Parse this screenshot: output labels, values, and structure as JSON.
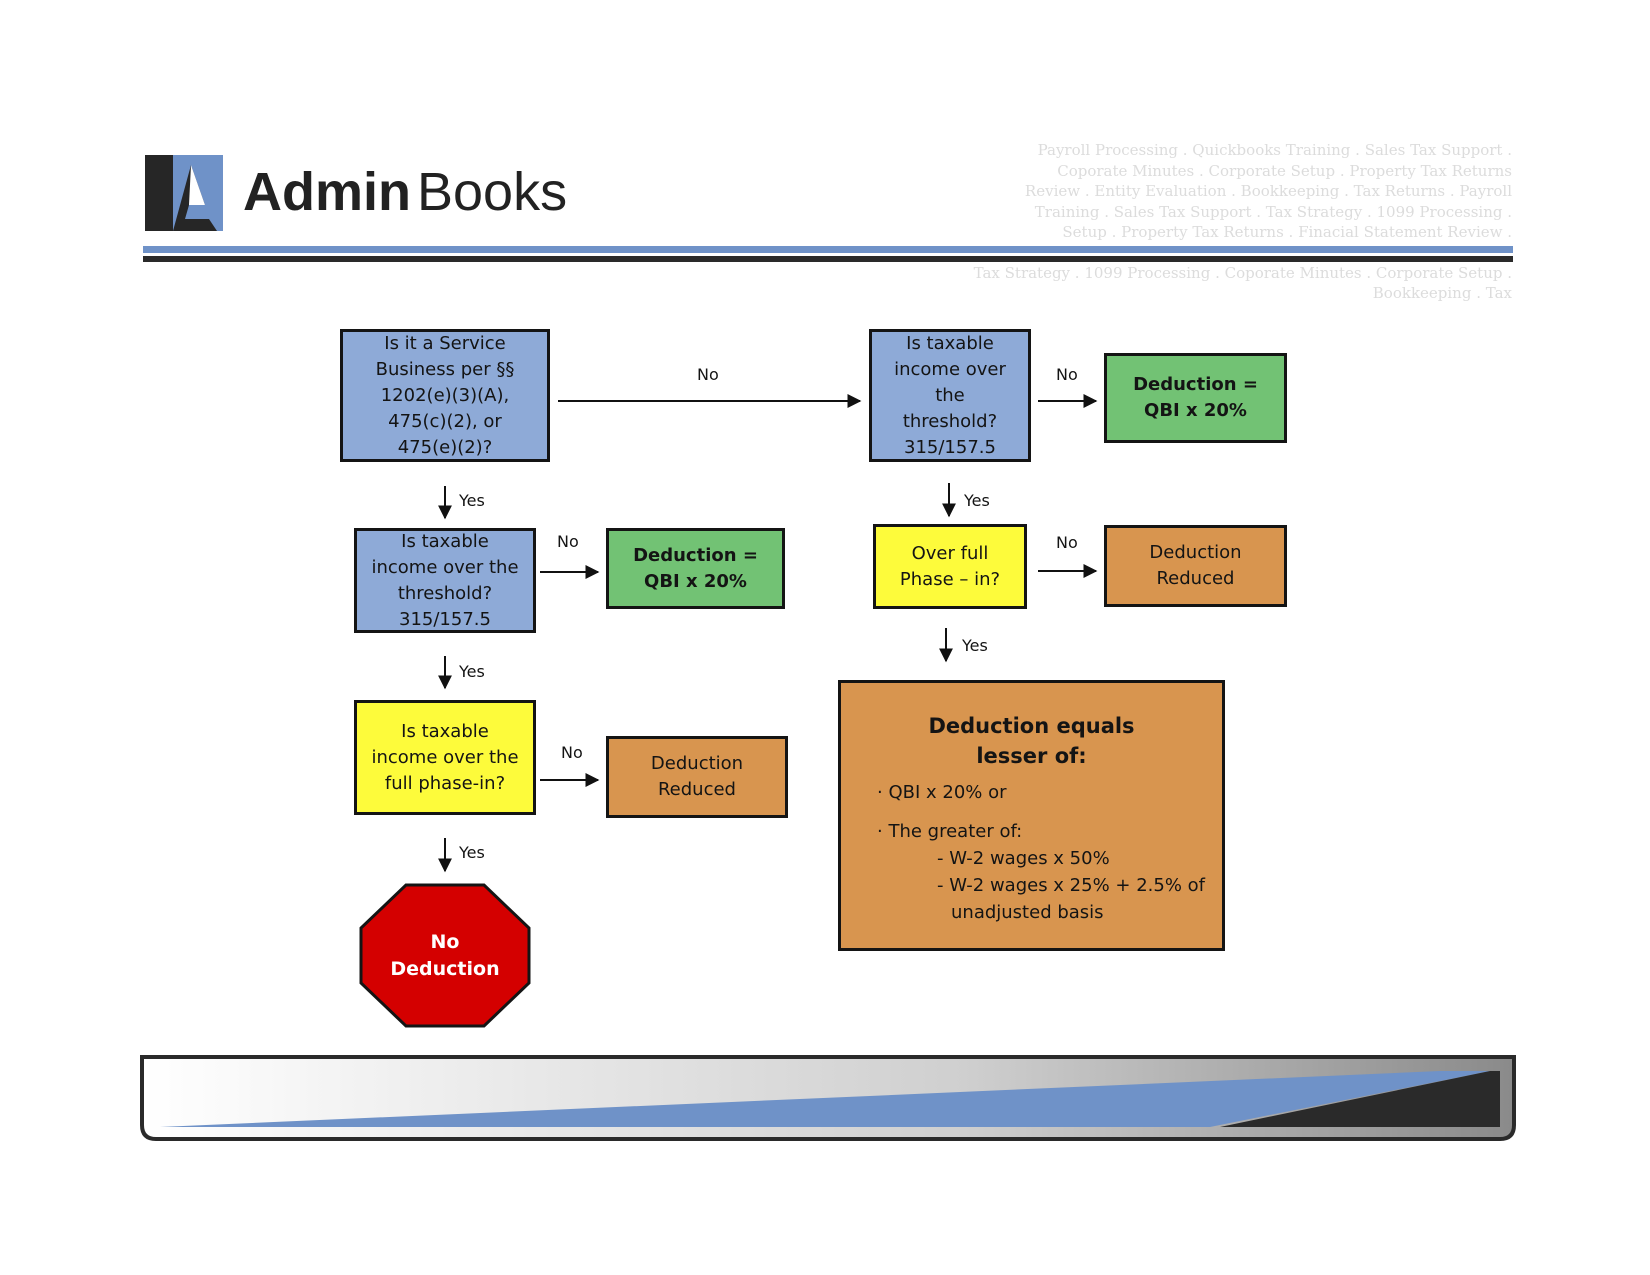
{
  "brand": {
    "name_bold": "Admin",
    "name_regular": "Books"
  },
  "tagline": {
    "lines_top": [
      "Payroll Processing . Quickbooks Training . Sales Tax Support .",
      "Coporate Minutes . Corporate Setup . Property Tax Returns",
      "Review . Entity Evaluation . Bookkeeping . Tax Returns . Payroll",
      "Training . Sales Tax Support . Tax Strategy . 1099 Processing .",
      "Setup . Property Tax Returns . Finacial Statement Review ."
    ],
    "lines_bottom": [
      "Tax Strategy . 1099 Processing . Coporate Minutes . Corporate Setup .",
      "Bookkeeping . Tax"
    ]
  },
  "flowchart": {
    "q_service": [
      "Is it a Service",
      "Business per §§",
      "1202(e)(3)(A),",
      "475(c)(2), or",
      "475(e)(2)?"
    ],
    "q_taxable_left": [
      "Is taxable",
      "income over the",
      "threshold?",
      "315/157.5"
    ],
    "q_phase_in_left": [
      "Is taxable",
      "income over the",
      "full phase-in?"
    ],
    "q_taxable_right": [
      "Is taxable",
      "income over",
      "the",
      "threshold?",
      "315/157.5"
    ],
    "q_phase_in_right": [
      "Over full",
      "Phase – in?"
    ],
    "deduction_top": [
      "Deduction =",
      "QBI x 20%"
    ],
    "deduction_mid": [
      "Deduction =",
      "QBI x 20%"
    ],
    "reduced_left": [
      "Deduction",
      "Reduced"
    ],
    "reduced_right": [
      "Deduction",
      "Reduced"
    ],
    "stop": [
      "No",
      "Deduction"
    ],
    "big_box": {
      "title": [
        "Deduction equals",
        "lesser of:"
      ],
      "bullet1": "QBI x 20% or",
      "bullet2": "The greater of:",
      "sub1": "- W-2 wages x 50%",
      "sub2_line1": "- W-2 wages x 25% + 2.5% of",
      "sub2_line2": "unadjusted basis"
    },
    "labels": {
      "no": "No",
      "yes": "Yes"
    }
  },
  "colors": {
    "question_blue": "#8eaad7",
    "deduction_green": "#72c274",
    "phase_yellow": "#fdfb3b",
    "reduced_orange": "#d8954f",
    "stop_red": "#d40000",
    "brand_blue": "#6f92c8",
    "brand_dark": "#2a2a2a"
  },
  "icons": {
    "logo": "admin-books-logo-icon"
  }
}
